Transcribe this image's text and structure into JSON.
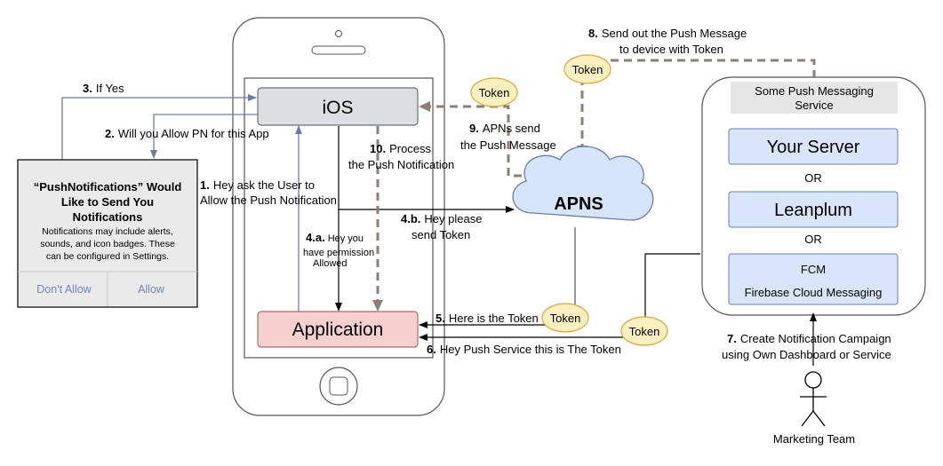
{
  "diagram": {
    "ios_box": "iOS",
    "application_box": "Application",
    "apns_cloud": "APNS",
    "service": {
      "title_line1": "Some Push Messaging",
      "title_line2": "Service",
      "your_server": "Your Server",
      "or_1": "OR",
      "leanplum": "Leanplum",
      "or_2": "OR",
      "fcm_line1": "FCM",
      "fcm_line2": "Firebase Cloud Messaging"
    },
    "dialog": {
      "title_line1": "“PushNotifications” Would",
      "title_line2": "Like to Send You",
      "title_line3": "Notifications",
      "body_line1": "Notifications may include alerts,",
      "body_line2": "sounds, and icon badges. These",
      "body_line3": "can be configured in Settings.",
      "dont_allow": "Don't Allow",
      "allow": "Allow"
    },
    "tokens": {
      "near_ios": "Token",
      "near_step8": "Token",
      "near_step5": "Token",
      "near_step6": "Token"
    },
    "steps": {
      "s1_num": "1.",
      "s1_line1": "Hey ask the User to",
      "s1_line2": "Allow the Push Notification",
      "s2_num": "2.",
      "s2_text": "Will you Allow PN for this App",
      "s3_num": "3.",
      "s3_text": "If Yes",
      "s4a_num": "4.a.",
      "s4a_line1": "Hey you",
      "s4a_line2": "have permission",
      "s4a_line3": "Allowed",
      "s4b_num": "4.b.",
      "s4b_line1": "Hey please",
      "s4b_line2": "send Token",
      "s5_num": "5.",
      "s5_text": "Here is the Token",
      "s6_num": "6.",
      "s6_text": "Hey Push Service this is The Token",
      "s7_num": "7.",
      "s7_line1": "Create Notification Campaign",
      "s7_line2": "using Own Dashboard or Service",
      "s8_num": "8.",
      "s8_line1": "Send out the Push Message",
      "s8_line2": "to device with Token",
      "s9_num": "9.",
      "s9_line1": "APNs send",
      "s9_line2": "the Push Message",
      "s10_num": "10.",
      "s10_line1": "Process",
      "s10_line2": "the Push Notification"
    },
    "actor_label": "Marketing Team"
  },
  "colors": {
    "ios_fill": "#dcdfe0",
    "app_fill": "#f6cfcf",
    "service_box_fill": "#d9e5fb",
    "token_fill": "#fdf0c0",
    "token_stroke": "#d9a83c",
    "cloud_fill": "#d6e5fb",
    "dashed_arrow": "#8a8077",
    "blue_line": "#6a7ca8"
  }
}
